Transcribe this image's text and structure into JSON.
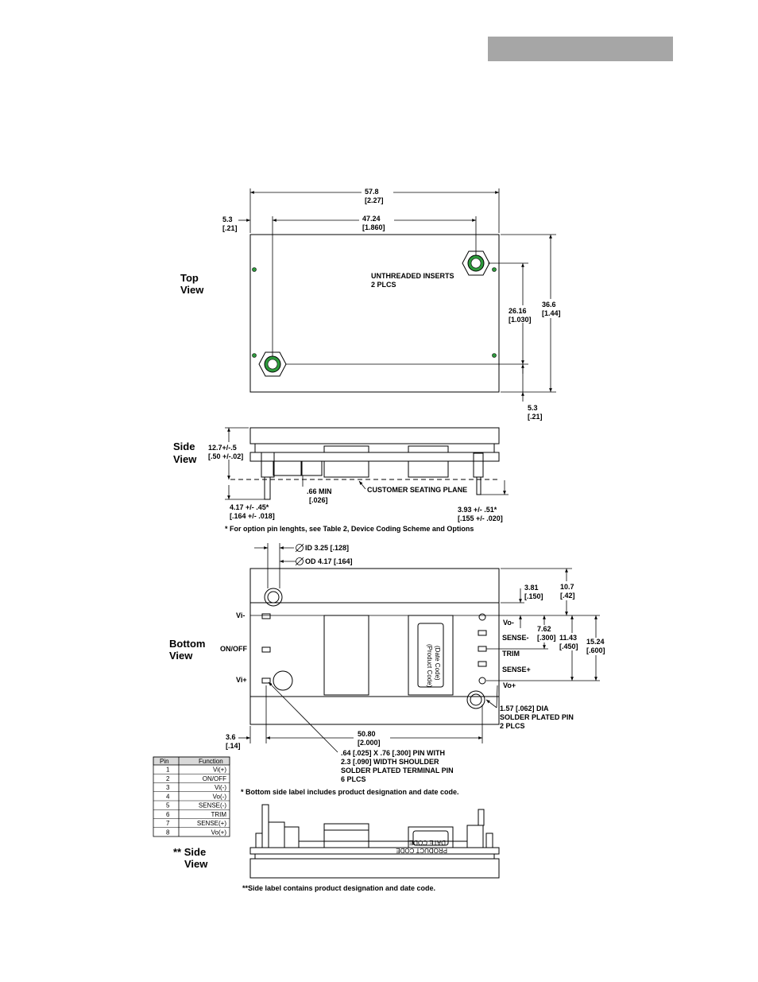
{
  "views": {
    "top": {
      "label_line1": "Top",
      "label_line2": "View"
    },
    "side": {
      "label_line1": "Side",
      "label_line2": "View"
    },
    "bottom": {
      "label_line1": "Bottom",
      "label_line2": "View"
    },
    "side2": {
      "label_line1": "** Side",
      "label_line2": "View"
    }
  },
  "top_dims": {
    "width_mm": "57.8",
    "width_in": "[2.27]",
    "pitch_mm": "47.24",
    "pitch_in": "[1.860]",
    "offset_mm": "5.3",
    "offset_in": "[.21]",
    "height_mm": "36.6",
    "height_in": "[1.44]",
    "vpitch_mm": "26.16",
    "vpitch_in": "[1.030]",
    "boffset_mm": "5.3",
    "boffset_in": "[.21]",
    "inserts_line1": "UNTHREADED INSERTS",
    "inserts_line2": "2 PLCS"
  },
  "side_dims": {
    "height_mm": "12.7+/-.5",
    "height_in": "[.50 +/-.02]",
    "min_mm": ".66 MIN",
    "min_in": "[.026]",
    "seating": "CUSTOMER SEATING PLANE",
    "pinlen_mm": "4.17 +/- .45*",
    "pinlen_in": "[.164 +/- .018]",
    "pinlen2_mm": "3.93 +/- .51*",
    "pinlen2_in": "[.155 +/- .020]",
    "footnote": "* For option pin lenghts, see Table 2, Device Coding Scheme and Options"
  },
  "bottom_dims": {
    "id": "ID 3.25 [.128]",
    "od": "OD 4.17 [.164]",
    "d381_mm": "3.81",
    "d381_in": "[.150]",
    "d107_mm": "10.7",
    "d107_in": "[.42]",
    "d762_mm": "7.62",
    "d762_in": "[.300]",
    "d1143_mm": "11.43",
    "d1143_in": "[.450]",
    "d1524_mm": "15.24",
    "d1524_in": "[.600]",
    "d36_mm": "3.6",
    "d36_in": "[.14]",
    "d508_mm": "50.80",
    "d508_in": "[2.000]",
    "dia_line1": "1.57 [.062] DIA",
    "dia_line2": "SOLDER PLATED PIN",
    "dia_line3": "2 PLCS",
    "pin_line1": ".64 [.025] X .76 [.300] PIN WITH",
    "pin_line2": "2.3 [.090] WIDTH SHOULDER",
    "pin_line3": "SOLDER PLATED TERMINAL PIN",
    "pin_line4": "6 PLCS",
    "footnote": "* Bottom side label includes product designation and date code.",
    "label_product": "(Product Code)",
    "label_date": "(Date Code)"
  },
  "pin_labels": {
    "vi_minus": "Vi-",
    "on_off": "ON/OFF",
    "vi_plus": "Vi+",
    "vo_minus": "Vo-",
    "sense_minus": "SENSE-",
    "trim": "TRIM",
    "sense_plus": "SENSE+",
    "vo_plus": "Vo+"
  },
  "pin_table": {
    "headers": [
      "Pin",
      "Function"
    ],
    "rows": [
      [
        "1",
        "Vi(+)"
      ],
      [
        "2",
        "ON/OFF"
      ],
      [
        "3",
        "Vi(-)"
      ],
      [
        "4",
        "Vo(-)"
      ],
      [
        "5",
        "SENSE(-)"
      ],
      [
        "6",
        "TRIM"
      ],
      [
        "7",
        "SENSE(+)"
      ],
      [
        "8",
        "Vo(+)"
      ]
    ]
  },
  "side2": {
    "label_product": "PRODUCT CODE",
    "label_date": "DATE CODE",
    "footnote": "**Side label contains product designation and date code."
  },
  "colors": {
    "header_bar": "#a6a6a6",
    "hole_green": "#2e9a3c",
    "table_header": "#d9d9d9"
  }
}
